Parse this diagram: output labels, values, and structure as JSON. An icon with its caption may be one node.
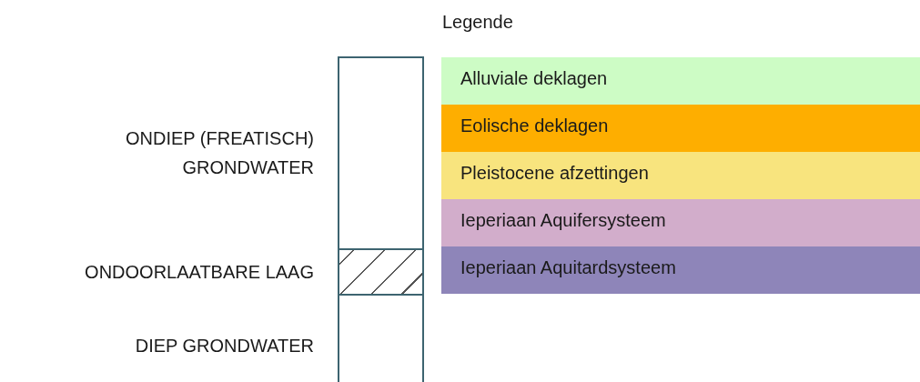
{
  "diagram": {
    "nodes": [
      {
        "text": [],
        "shape": "bar"
      },
      {
        "text": [],
        "shape": "box",
        "in": 0
      }
    ],
    "edges": [],
    "labels": [
      "Legende",
      "ONDIEP (FREATISCH) GRONDWATER",
      "ONDOORLAATBARE LAAG",
      "DIEP GRONDWATER"
    ],
    "legend": [
      {
        "text": "Alluviale deklagen",
        "color": "#cdfcc5"
      },
      {
        "text": "Eolische deklagen",
        "color": "#feae00"
      },
      {
        "text": "Pleistocene afzettingen",
        "color": "#f8e47e"
      },
      {
        "text": "Ieperiaan Aquifersysteem",
        "color": "#d2adcb"
      },
      {
        "text": "Ieperiaan Aquitardsysteem",
        "color": "#8e85b9"
      }
    ]
  }
}
